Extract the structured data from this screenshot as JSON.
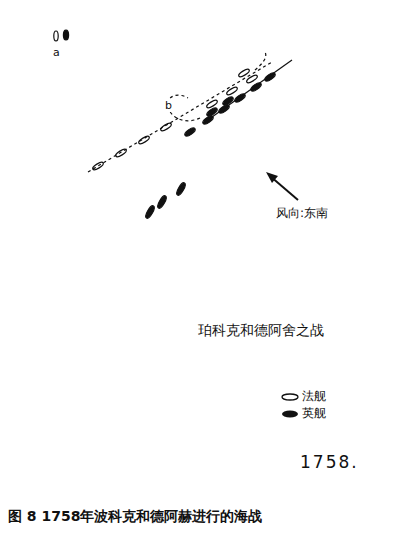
{
  "diagram": {
    "caption": "图 8 1758年波科克和德阿赫进行的海战",
    "labels": [
      "a",
      "b",
      "风向:东南",
      "珀科克和德阿舍之战",
      "1758."
    ],
    "legend": [
      {
        "text": "法舰"
      },
      {
        "text": "英舰"
      }
    ]
  }
}
